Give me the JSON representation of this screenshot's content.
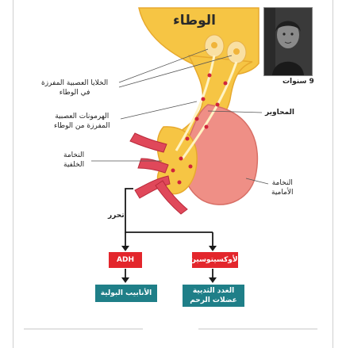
{
  "title": "الوطاء",
  "photo_caption": "9 سنوات",
  "labels": {
    "neurosecretory_cells": [
      "الخلايا العصبية المفرزة",
      "في الوطاء"
    ],
    "neurohormones": [
      "الهرمونات العصبية",
      "المفرزة من الوطاء"
    ],
    "axons": "المحاوير",
    "posterior_pituitary": [
      "النخامة",
      "الخلفية"
    ],
    "anterior_pituitary": [
      "النخامة",
      "الأمامية"
    ],
    "release": "تحرر"
  },
  "hormones": {
    "adh": "ADH",
    "oxytocin": "الأوكسيتوسين"
  },
  "targets": {
    "kidney_tubules": "الأنابيب البولية",
    "oxytocin_targets": [
      "الغدد الثديية",
      "عضلات الرحم"
    ]
  },
  "colors": {
    "hormone_box": "#e3262c",
    "target_box": "#1f7f88",
    "gland": "#ef8f86",
    "hypothalamus": "#f6c544"
  }
}
